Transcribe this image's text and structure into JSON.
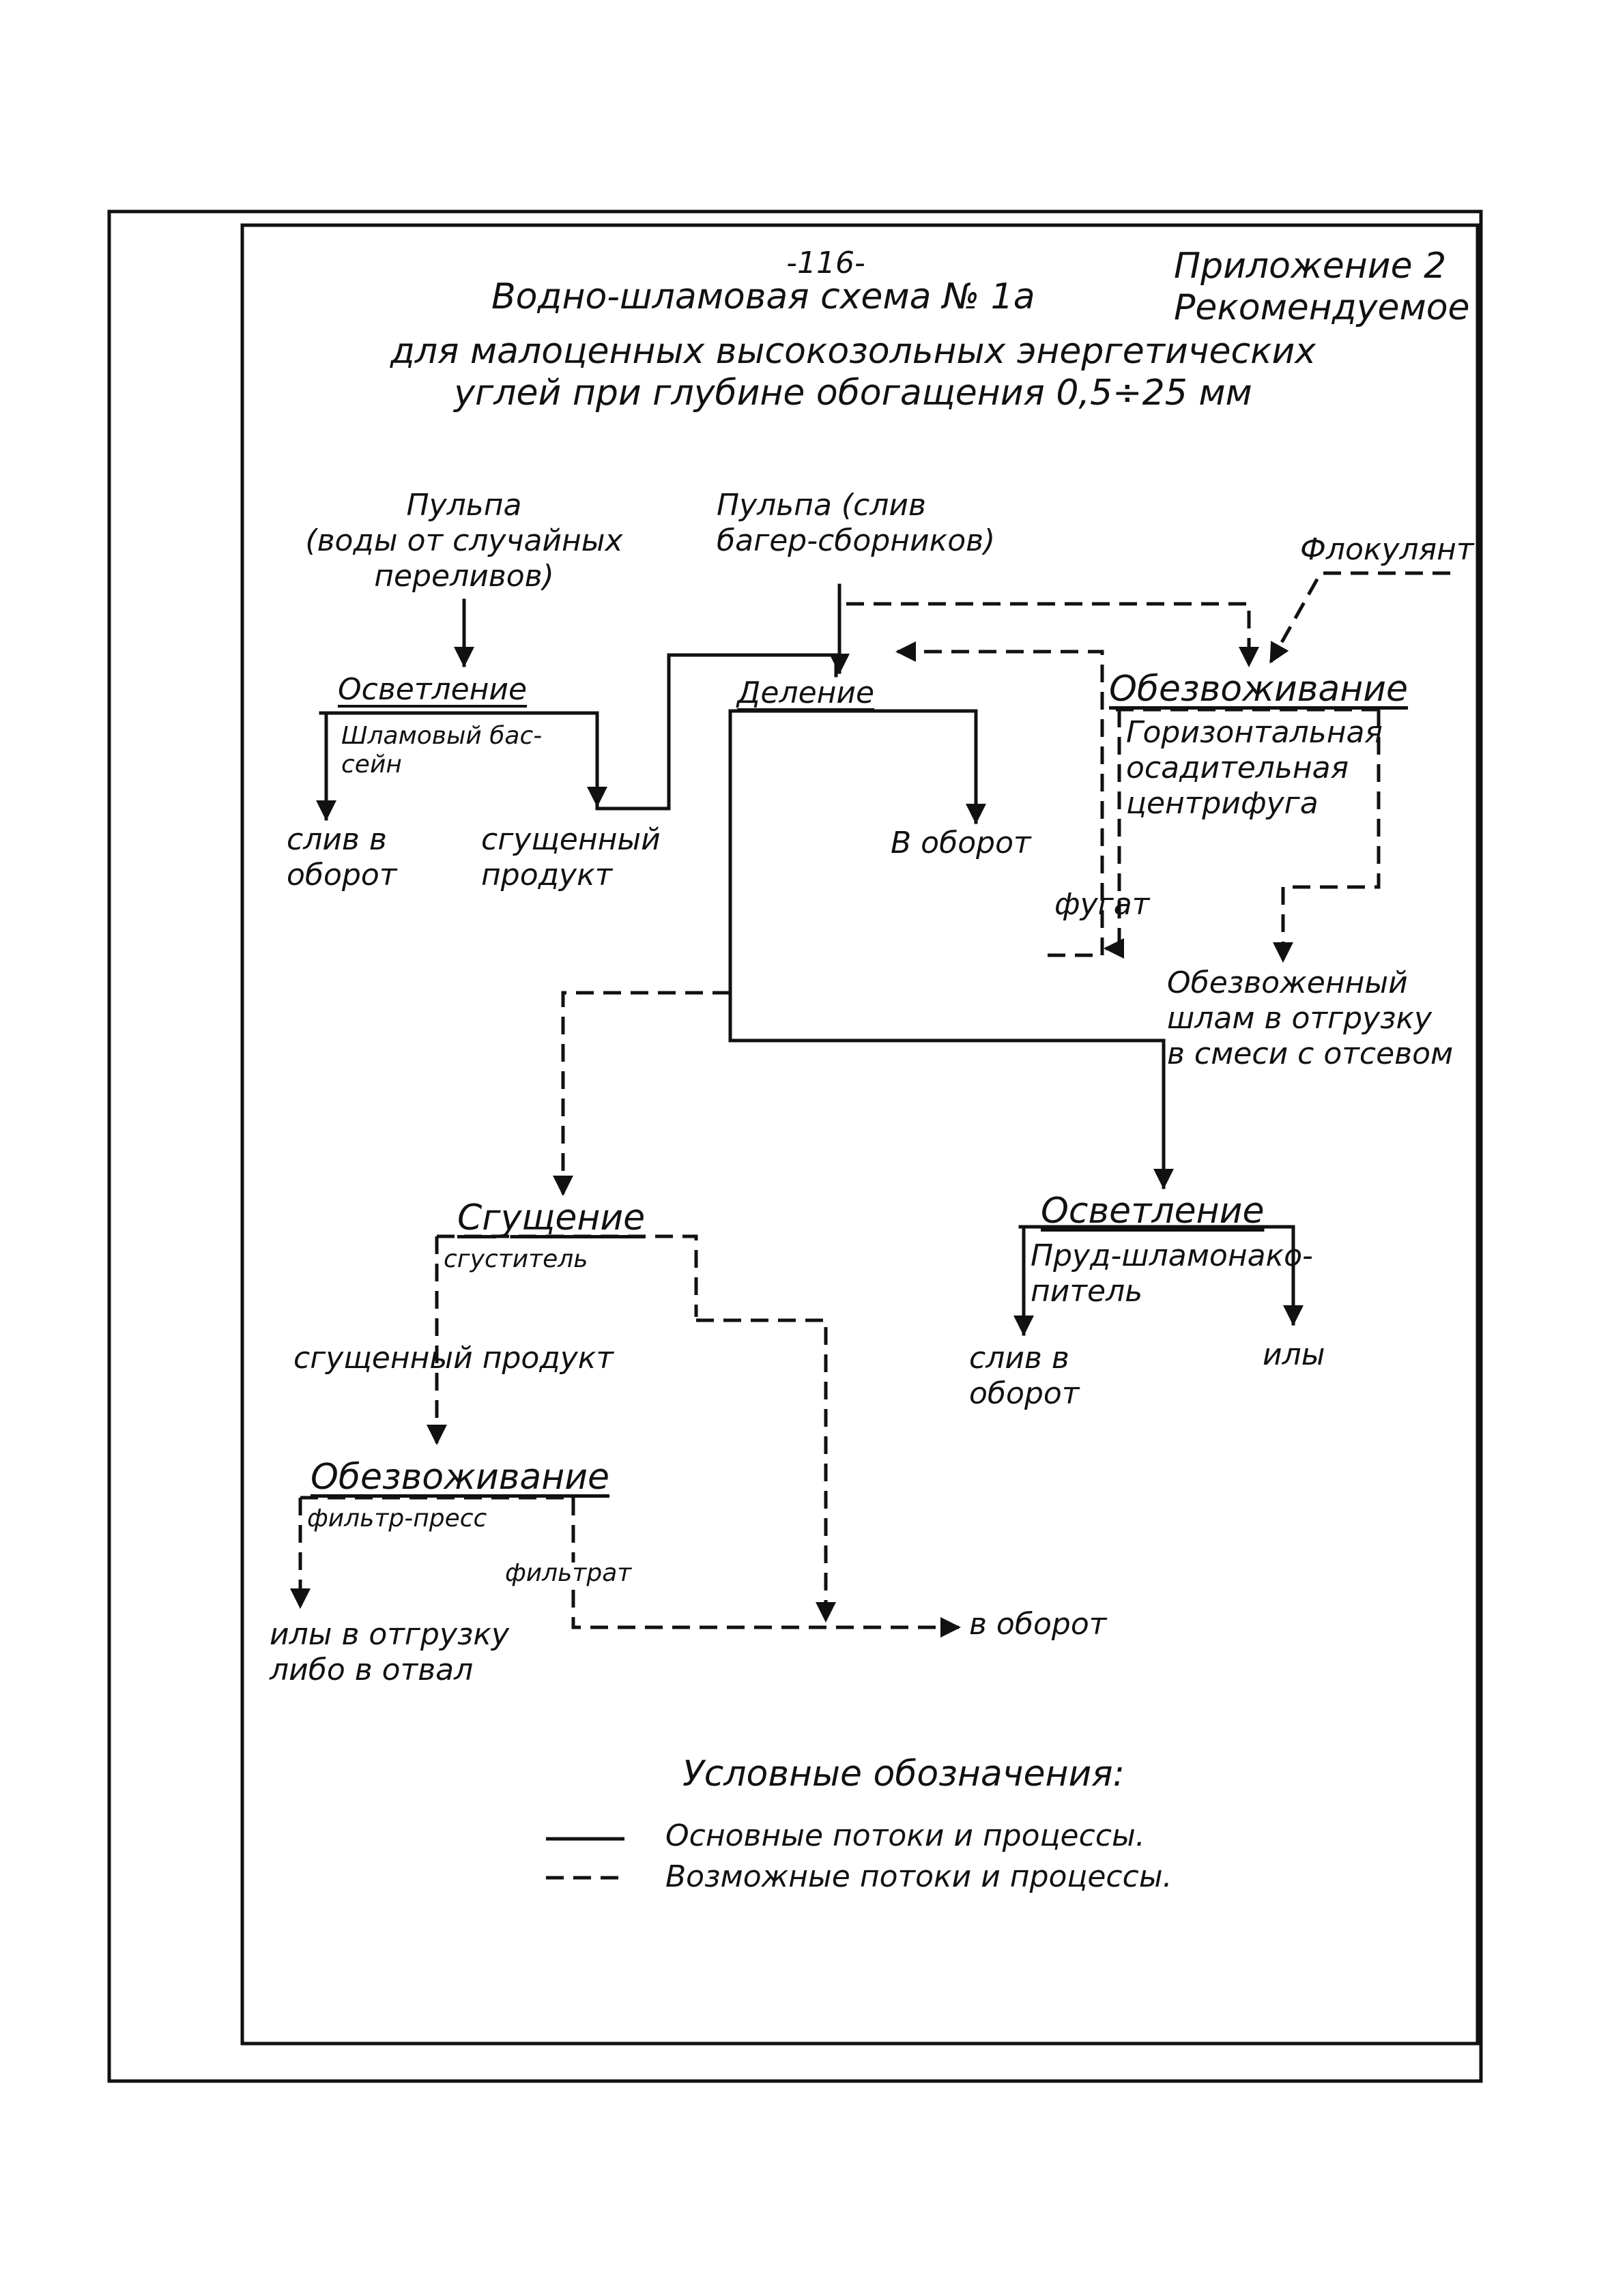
{
  "page_number": "-116-",
  "title": "Водно-шламовая схема № 1а",
  "subtitle": "для малоценных высокозольных энергетических\nуглей при глубине обогащения 0,5÷25 мм",
  "appendix": "Приложение 2\nРекомендуемое",
  "nodes": {
    "pulp_left": "Пульпа\n(воды от случайных\nпереливов)",
    "pulp_center": "Пульпа (слив\nбагер-сборников)",
    "flocculant": "Флокулянт",
    "clarification_1": "Осветление",
    "slime_pool": "Шламовый бас-\nсейн",
    "drain_1": "слив в\nоборот",
    "thick_product_1": "сгущенный\nпродукт",
    "division": "Деление",
    "to_circulation_1": "В оборот",
    "dewatering_1": "Обезвоживание",
    "centrifuge": "Горизонтальная\nосадительная\nцентрифуга",
    "fugate": "фугат",
    "dewatered_slime": "Обезвоженный\nшлам в отгрузку\nв смеси с отсевом",
    "thickening": "Сгущение",
    "thickener": "сгуститель",
    "thick_product_2": "сгущенный продукт",
    "clarification_2": "Осветление",
    "pond": "Пруд-шламонако-\nпитель",
    "drain_2": "слив в\nоборот",
    "silts_1": "илы",
    "dewatering_2": "Обезвоживание",
    "filter_press": "фильтр-пресс",
    "filtrate": "фильтрат",
    "silts_shipment": "илы в отгрузку\nлибо в отвал",
    "to_circulation_2": "в оборот"
  },
  "legend": {
    "title": "Условные обозначения:",
    "main": "Основные потоки и процессы.",
    "possible": "Возможные потоки и процессы."
  },
  "colors": {
    "ink": "#111111",
    "paper": "#ffffff"
  }
}
